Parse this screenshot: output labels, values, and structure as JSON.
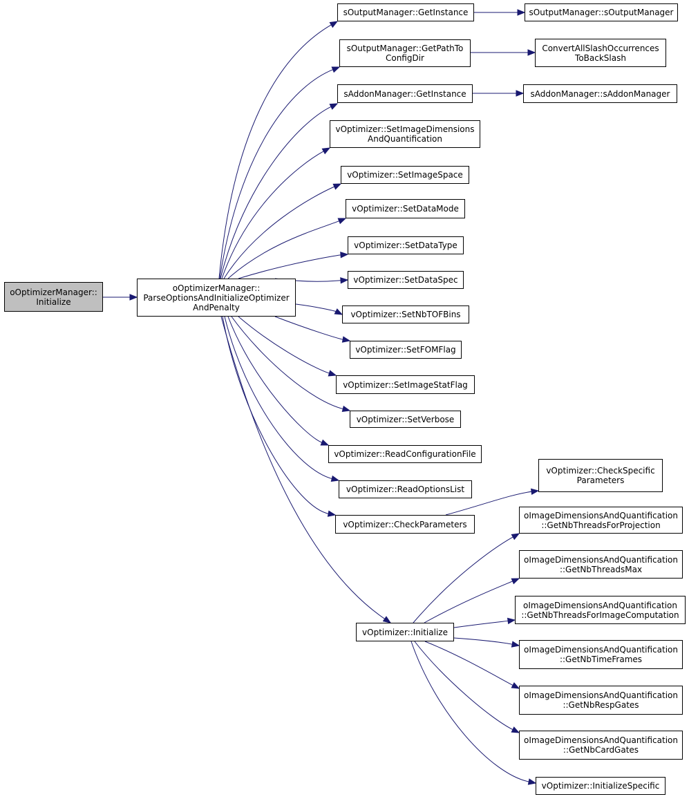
{
  "colors": {
    "edge": "#191970",
    "node_border": "#000000",
    "node_fill": "#ffffff",
    "root_fill": "#bfbfbf"
  },
  "nodes": [
    {
      "id": "root",
      "lines": [
        "oOptimizerManager::",
        "Initialize"
      ]
    },
    {
      "id": "parse",
      "lines": [
        "oOptimizerManager::",
        "ParseOptionsAndInitializeOptimizer",
        "AndPenalty"
      ]
    },
    {
      "id": "om_getinst",
      "lines": [
        "sOutputManager::GetInstance"
      ]
    },
    {
      "id": "om_ctor",
      "lines": [
        "sOutputManager::sOutputManager"
      ]
    },
    {
      "id": "om_cfgdir",
      "lines": [
        "sOutputManager::GetPathTo",
        "ConfigDir"
      ]
    },
    {
      "id": "convslash",
      "lines": [
        "ConvertAllSlashOccurrences",
        "ToBackSlash"
      ]
    },
    {
      "id": "am_getinst",
      "lines": [
        "sAddonManager::GetInstance"
      ]
    },
    {
      "id": "am_ctor",
      "lines": [
        "sAddonManager::sAddonManager"
      ]
    },
    {
      "id": "setimgdim",
      "lines": [
        "vOptimizer::SetImageDimensions",
        "AndQuantification"
      ]
    },
    {
      "id": "setimgspace",
      "lines": [
        "vOptimizer::SetImageSpace"
      ]
    },
    {
      "id": "setdatamode",
      "lines": [
        "vOptimizer::SetDataMode"
      ]
    },
    {
      "id": "setdatatype",
      "lines": [
        "vOptimizer::SetDataType"
      ]
    },
    {
      "id": "setdataspec",
      "lines": [
        "vOptimizer::SetDataSpec"
      ]
    },
    {
      "id": "setnbtof",
      "lines": [
        "vOptimizer::SetNbTOFBins"
      ]
    },
    {
      "id": "setfom",
      "lines": [
        "vOptimizer::SetFOMFlag"
      ]
    },
    {
      "id": "setimgstat",
      "lines": [
        "vOptimizer::SetImageStatFlag"
      ]
    },
    {
      "id": "setverbose",
      "lines": [
        "vOptimizer::SetVerbose"
      ]
    },
    {
      "id": "readcfg",
      "lines": [
        "vOptimizer::ReadConfigurationFile"
      ]
    },
    {
      "id": "readopts",
      "lines": [
        "vOptimizer::ReadOptionsList"
      ]
    },
    {
      "id": "checkparams",
      "lines": [
        "vOptimizer::CheckParameters"
      ]
    },
    {
      "id": "checkspec",
      "lines": [
        "vOptimizer::CheckSpecific",
        "Parameters"
      ]
    },
    {
      "id": "vinit",
      "lines": [
        "vOptimizer::Initialize"
      ]
    },
    {
      "id": "thr_proj",
      "lines": [
        "oImageDimensionsAndQuantification",
        "::GetNbThreadsForProjection"
      ]
    },
    {
      "id": "thr_max",
      "lines": [
        "oImageDimensionsAndQuantification",
        "::GetNbThreadsMax"
      ]
    },
    {
      "id": "thr_img",
      "lines": [
        "oImageDimensionsAndQuantification",
        "::GetNbThreadsForImageComputation"
      ]
    },
    {
      "id": "timeframes",
      "lines": [
        "oImageDimensionsAndQuantification",
        "::GetNbTimeFrames"
      ]
    },
    {
      "id": "respgates",
      "lines": [
        "oImageDimensionsAndQuantification",
        "::GetNbRespGates"
      ]
    },
    {
      "id": "cardgates",
      "lines": [
        "oImageDimensionsAndQuantification",
        "::GetNbCardGates"
      ]
    },
    {
      "id": "initspec",
      "lines": [
        "vOptimizer::InitializeSpecific"
      ]
    }
  ],
  "edges": [
    [
      "root",
      "parse"
    ],
    [
      "parse",
      "om_getinst"
    ],
    [
      "om_getinst",
      "om_ctor"
    ],
    [
      "parse",
      "om_cfgdir"
    ],
    [
      "om_cfgdir",
      "convslash"
    ],
    [
      "parse",
      "am_getinst"
    ],
    [
      "am_getinst",
      "am_ctor"
    ],
    [
      "parse",
      "setimgdim"
    ],
    [
      "parse",
      "setimgspace"
    ],
    [
      "parse",
      "setdatamode"
    ],
    [
      "parse",
      "setdatatype"
    ],
    [
      "parse",
      "setdataspec"
    ],
    [
      "parse",
      "setnbtof"
    ],
    [
      "parse",
      "setfom"
    ],
    [
      "parse",
      "setimgstat"
    ],
    [
      "parse",
      "setverbose"
    ],
    [
      "parse",
      "readcfg"
    ],
    [
      "parse",
      "readopts"
    ],
    [
      "parse",
      "checkparams"
    ],
    [
      "checkparams",
      "checkspec"
    ],
    [
      "parse",
      "vinit"
    ],
    [
      "vinit",
      "thr_proj"
    ],
    [
      "vinit",
      "thr_max"
    ],
    [
      "vinit",
      "thr_img"
    ],
    [
      "vinit",
      "timeframes"
    ],
    [
      "vinit",
      "respgates"
    ],
    [
      "vinit",
      "cardgates"
    ],
    [
      "vinit",
      "initspec"
    ]
  ]
}
